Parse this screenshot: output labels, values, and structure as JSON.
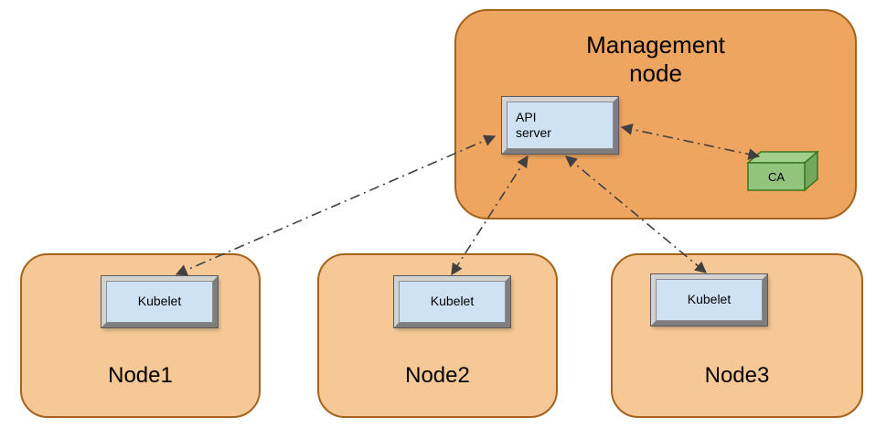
{
  "diagram": {
    "management_node": {
      "label": "Management\nnode",
      "api_server_label": "API\nserver",
      "ca_label": "CA"
    },
    "nodes": [
      {
        "label": "Node1",
        "component_label": "Kubelet"
      },
      {
        "label": "Node2",
        "component_label": "Kubelet"
      },
      {
        "label": "Node3",
        "component_label": "Kubelet"
      }
    ],
    "connections": [
      {
        "from": "API server",
        "to": "Kubelet on Node1",
        "style": "dash-dot",
        "bidirectional": true
      },
      {
        "from": "API server",
        "to": "Kubelet on Node2",
        "style": "dash-dot",
        "bidirectional": true
      },
      {
        "from": "API server",
        "to": "Kubelet on Node3",
        "style": "dash-dot",
        "bidirectional": true
      },
      {
        "from": "API server",
        "to": "CA",
        "style": "dash-dot",
        "bidirectional": true
      }
    ],
    "colors": {
      "management_fill": "#eda55f",
      "node_fill": "#f6c896",
      "container_border": "#a5621a",
      "component_fill": "#cfe2f3",
      "ca_fill": "#93c47d",
      "arrow": "#404040"
    }
  }
}
